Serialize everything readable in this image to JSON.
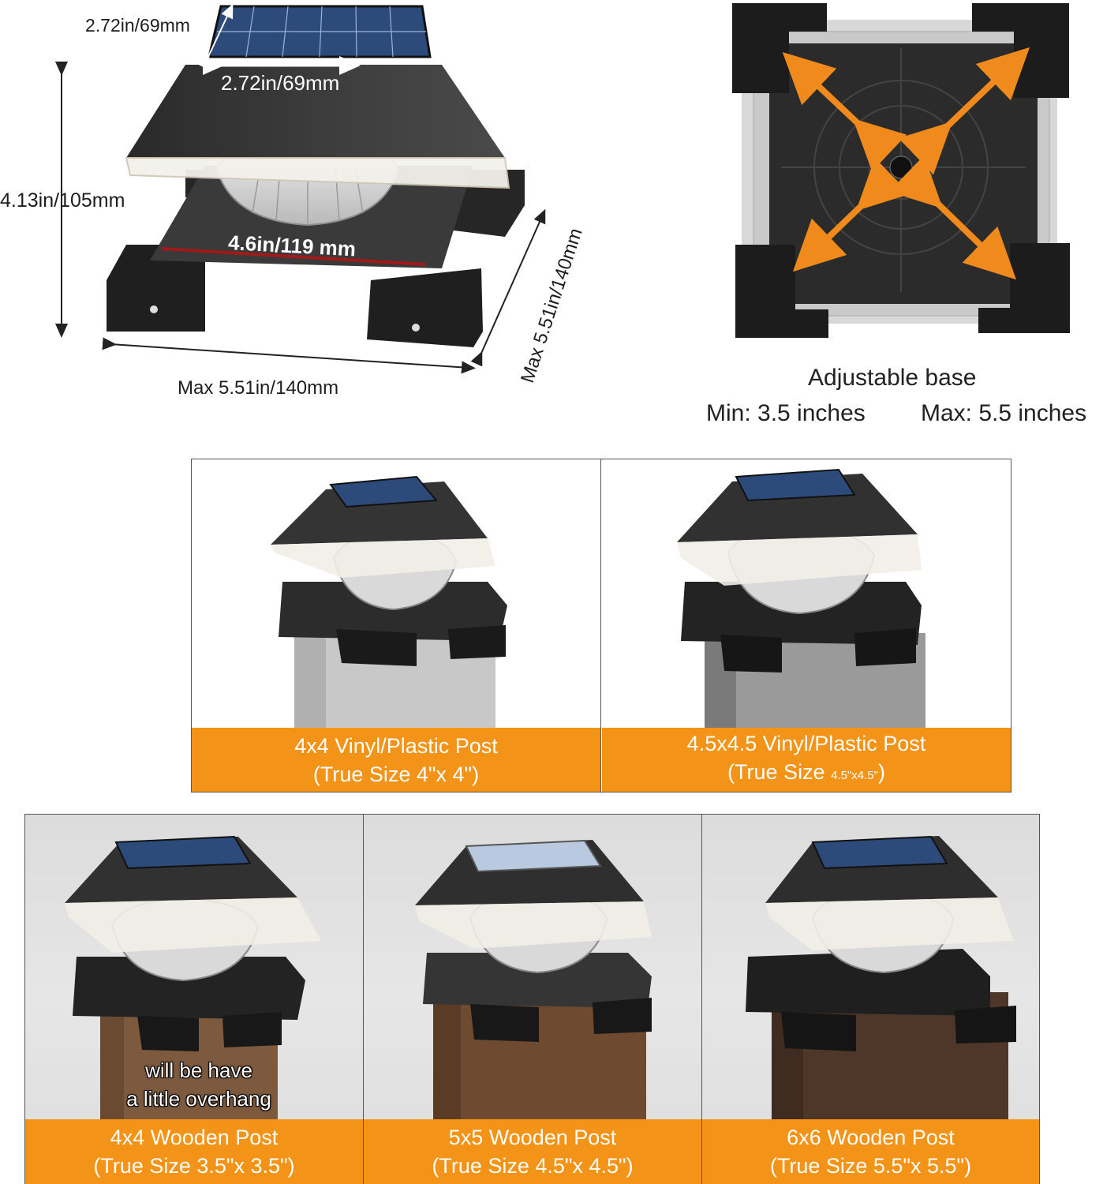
{
  "dimensions": {
    "panel_width_top": "2.72in/69mm",
    "panel_width_front": "2.72in/69mm",
    "height": "4.13in/105mm",
    "base_width": "4.6in/119 mm",
    "max_depth": "Max 5.51in/140mm",
    "max_width": "Max 5.51in/140mm"
  },
  "adjustable_base": {
    "title": "Adjustable base",
    "min_label": "Min: 3.5 inches",
    "max_label": "Max: 5.5 inches"
  },
  "vinyl_posts": [
    {
      "line1": "4x4 Vinyl/Plastic Post",
      "line2": "(True Size 4\"x 4\")"
    },
    {
      "line1": "4.5x4.5 Vinyl/Plastic Post",
      "line2_main": "(True Size ",
      "line2_small": "4.5\"x4.5\"",
      "line2_end": ")"
    }
  ],
  "wooden_posts": [
    {
      "line1": "4x4 Wooden Post",
      "line2": "(True Size 3.5\"x 3.5\")",
      "note_line1": "will be have",
      "note_line2": "a little overhang"
    },
    {
      "line1": "5x5 Wooden Post",
      "line2": "(True Size 4.5\"x 4.5\")"
    },
    {
      "line1": "6x6 Wooden Post",
      "line2": "(True Size 5.5\"x 5.5\")"
    }
  ],
  "colors": {
    "caption_bg": "#f39317",
    "arrow": "#f08a1c",
    "lamp_body": "#3b3b3b",
    "solar_panel": "#2c4a7a"
  }
}
